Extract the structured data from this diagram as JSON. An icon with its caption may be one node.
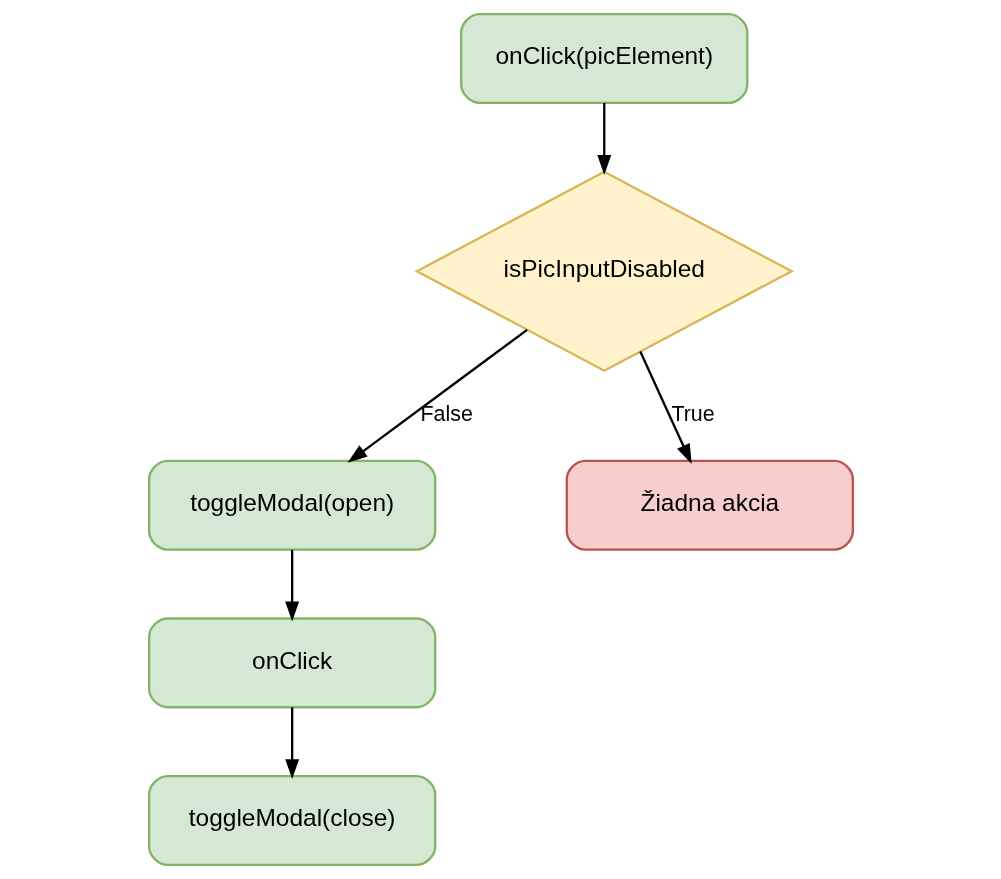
{
  "diagram": {
    "nodes": [
      {
        "text": [
          "onClick(picElement)"
        ]
      },
      {
        "text": [
          "isPicInputDisabled"
        ]
      },
      {
        "text": [
          "toggleModal(open)"
        ]
      },
      {
        "text": [
          "Žiadna akcia"
        ]
      },
      {
        "text": [
          "onClick"
        ]
      },
      {
        "text": [
          "toggleModal(close)"
        ]
      }
    ],
    "edges": [
      {
        "from": 0,
        "to": 1,
        "arrow": "to"
      },
      {
        "from": 1,
        "to": 2,
        "arrow": "to",
        "label": "False"
      },
      {
        "from": 1,
        "to": 3,
        "arrow": "to",
        "label": "True"
      },
      {
        "from": 2,
        "to": 4,
        "arrow": "to"
      },
      {
        "from": 4,
        "to": 5,
        "arrow": "to"
      }
    ]
  }
}
